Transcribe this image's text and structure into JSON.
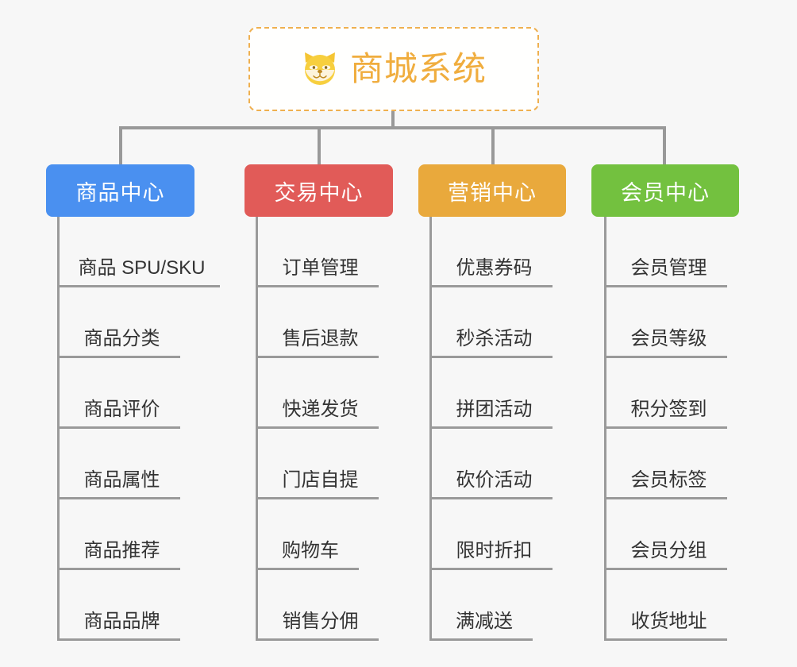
{
  "background_color": "#f7f7f7",
  "connector_color": "#999999",
  "root": {
    "title": "商城系统",
    "icon": "shiba-dog-face-icon",
    "text_color": "#f0ad3e",
    "border_color": "#efb050",
    "fill_color": "#ffffff"
  },
  "columns": [
    {
      "title": "商品中心",
      "color": "#4a90f0",
      "items": [
        "商品 SPU/SKU",
        "商品分类",
        "商品评价",
        "商品属性",
        "商品推荐",
        "商品品牌"
      ]
    },
    {
      "title": "交易中心",
      "color": "#e15b58",
      "items": [
        "订单管理",
        "售后退款",
        "快递发货",
        "门店自提",
        "购物车",
        "销售分佣"
      ]
    },
    {
      "title": "营销中心",
      "color": "#e9a93c",
      "items": [
        "优惠券码",
        "秒杀活动",
        "拼团活动",
        "砍价活动",
        "限时折扣",
        "满减送"
      ]
    },
    {
      "title": "会员中心",
      "color": "#73c13f",
      "items": [
        "会员管理",
        "会员等级",
        "积分签到",
        "会员标签",
        "会员分组",
        "收货地址"
      ]
    }
  ]
}
